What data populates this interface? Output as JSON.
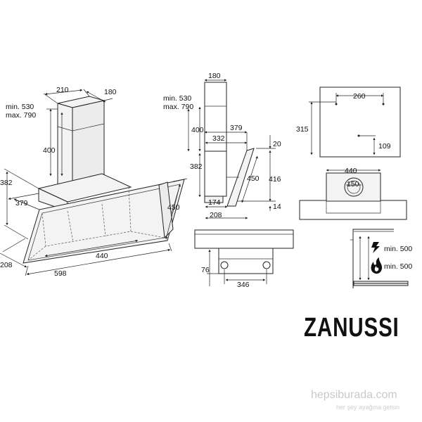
{
  "dimensions": {
    "d210": "210",
    "d180a": "180",
    "min530a": "min. 530",
    "max790a": "max. 790",
    "d400a": "400",
    "d382a": "382",
    "d379a": "379",
    "d440a": "440",
    "d450a": "450",
    "d208a": "208",
    "d598": "598",
    "d180b": "180",
    "min530b": "min. 530",
    "max790b": "max. 790",
    "d400b": "400",
    "d379b": "379",
    "d332": "332",
    "d20": "20",
    "d382b": "382",
    "d450b": "450",
    "d416": "416",
    "d174": "174",
    "d208b": "208",
    "d14": "14",
    "d76": "76",
    "d346": "346",
    "d260": "260",
    "d315": "315",
    "d109": "109",
    "d440b": "440",
    "d150": "150",
    "min500a": "min. 500",
    "min500b": "min. 500"
  },
  "brand": "ZANUSSI",
  "watermark": {
    "main": "hepsiburada.com",
    "sub": "her şey ayağına gelsin"
  },
  "icons": [
    "electric-hob-icon",
    "gas-flame-icon"
  ],
  "colors": {
    "line": "#222222",
    "watermark": "#c9c9c9"
  }
}
